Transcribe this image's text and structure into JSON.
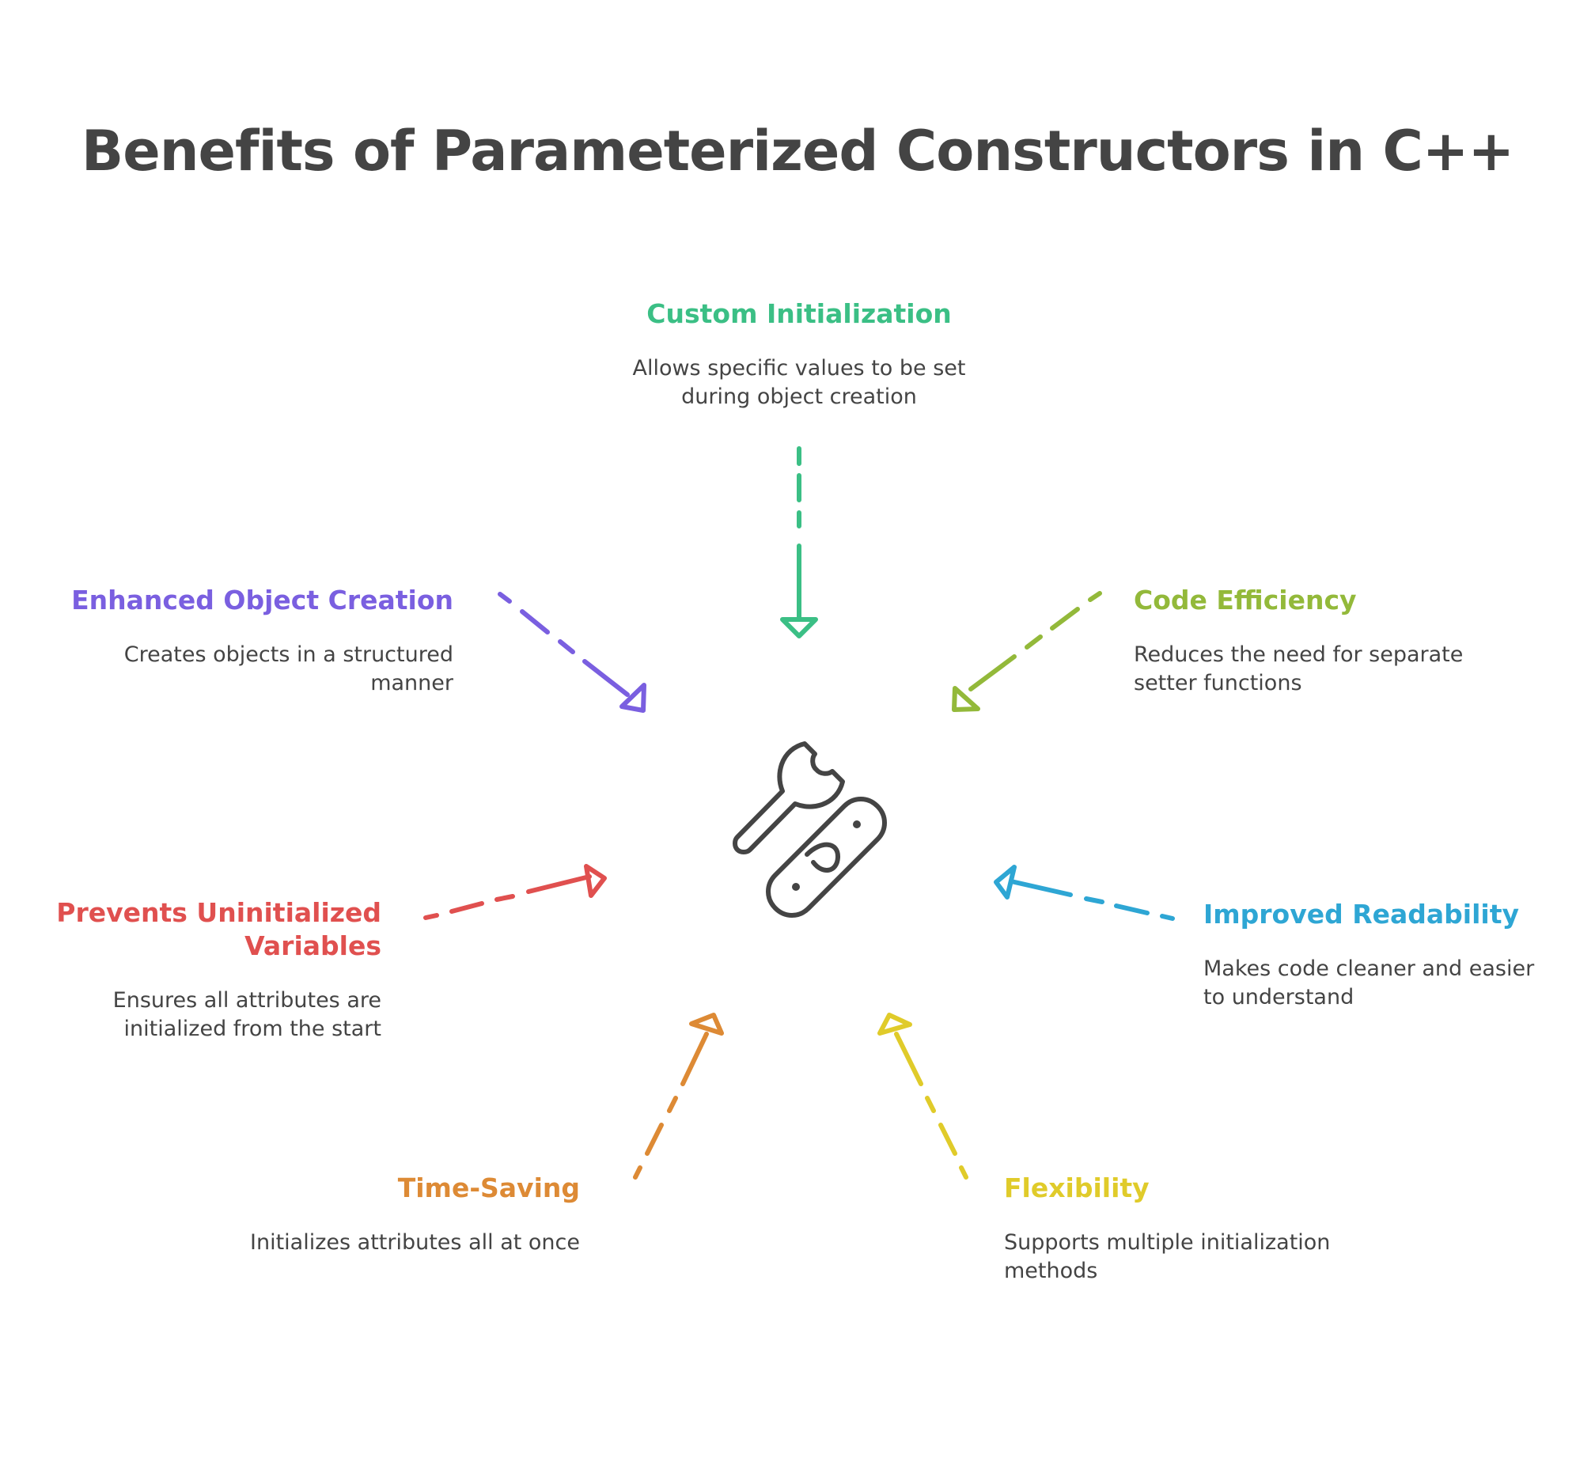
{
  "title": "Benefits of Parameterized Constructors in C++",
  "center_icon": "wrench-and-link-icon",
  "colors": {
    "text": "#444444",
    "custom_initialization": "#3bbf85",
    "enhanced_object_creation": "#7a5fe0",
    "code_efficiency": "#93b93a",
    "prevents_uninitialized": "#e0504f",
    "improved_readability": "#2ea6d4",
    "time_saving": "#dd8a35",
    "flexibility": "#e0cb2a"
  },
  "nodes": {
    "custom_initialization": {
      "heading": "Custom Initialization",
      "desc_line1": "Allows specific values to be set",
      "desc_line2": "during object creation"
    },
    "enhanced_object_creation": {
      "heading": "Enhanced Object Creation",
      "desc_line1": "Creates objects in a structured",
      "desc_line2": "manner"
    },
    "code_efficiency": {
      "heading": "Code Efficiency",
      "desc_line1": "Reduces the need for separate",
      "desc_line2": "setter functions"
    },
    "prevents_uninitialized": {
      "heading_line1": "Prevents Uninitialized",
      "heading_line2": "Variables",
      "desc_line1": "Ensures all attributes are",
      "desc_line2": "initialized from the start"
    },
    "improved_readability": {
      "heading": "Improved Readability",
      "desc_line1": "Makes code cleaner and easier",
      "desc_line2": "to understand"
    },
    "time_saving": {
      "heading": "Time-Saving",
      "desc_line1": "Initializes attributes all at once"
    },
    "flexibility": {
      "heading": "Flexibility",
      "desc_line1": "Supports multiple initialization",
      "desc_line2": "methods"
    }
  }
}
